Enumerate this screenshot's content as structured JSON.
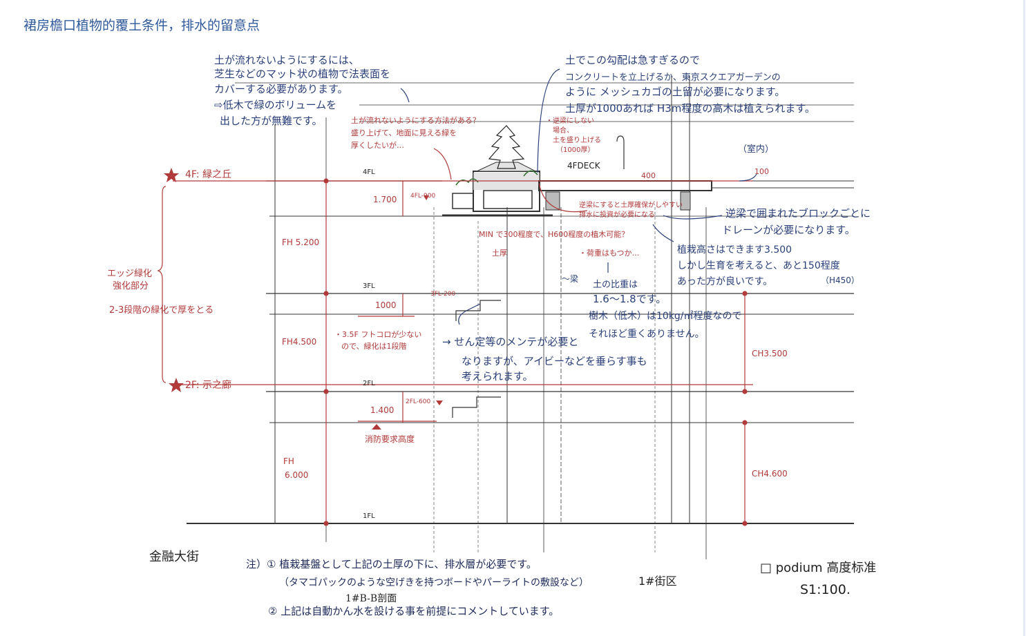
{
  "page": {
    "title": "裙房檐口植物的覆土条件，排水的留意点"
  },
  "notes": {
    "top_left": [
      "土が流れないようにするには、",
      "芝生などのマット状の植物で法表面を",
      "カバーする必要があります。",
      "⇨低木で緑のボリュームを",
      "出した方が無難です。"
    ],
    "top_right": [
      "土でこの勾配は急すぎるので",
      "コンクリートを立上げるか、東京スクエアガーデンの",
      "ように メッシュカゴの土留が必要になります。",
      "土厚が1000あれば H3m程度の高木は植えられます。"
    ],
    "red_question": [
      "土が流れないようにする方法がある？",
      "盛り上げて、地面に見える緑を",
      "厚くしたいが…"
    ],
    "red_beam": [
      "・逆梁にしない",
      "場合、",
      "土を盛り上げる",
      "（1000厚）"
    ],
    "room": "（室内）",
    "beam_note": [
      "逆梁にすると土厚確保がしやすい",
      "排水に投資が必要になる"
    ],
    "drain": [
      "逆梁で囲まれたブロックごとに",
      "ドレーンが必要になります。"
    ],
    "plant_h": [
      "植栽高さはできます3.500",
      "しかし生育を考えると、あと150程度",
      "あった方が良いです。"
    ],
    "h450": "（H450）",
    "min300": "MIN で300程度で、H600程度の植木可能？",
    "load_q": "・荷重はもつか…",
    "soil_weight": [
      "土の比重は",
      "1.6～1.8です。"
    ],
    "tree_weight": [
      "樹木（低木）は10kg/㎡程度なので",
      "それほど重くありません。"
    ],
    "eng_3f": [
      "・3.5F フトコロが少ない",
      "ので、緑化は1段階"
    ],
    "maint": [
      "→ せん定等のメンテが必要と",
      "なりますが、アイビーなどを垂らす事も",
      "考えられます。"
    ],
    "fire": "消防要求高度",
    "edge": [
      "エッジ緑化",
      "強化部分"
    ],
    "level_2_3": "2-3段階の緑化で厚をとる",
    "soil_layer": "土厚",
    "deck": "4FDECK",
    "flows": {
      "fl4": "4FL",
      "fl3": "3FL",
      "fl2": "2FL",
      "fl1": "1FL"
    },
    "red_fl": {
      "fl4": "4FL-900",
      "fl3": "3FL-200",
      "fl2": "2FL-600"
    },
    "dims": {
      "h1700": "1.700",
      "h1000": "1000",
      "h1400": "1.400",
      "d400": "400",
      "d100": "100",
      "fh5200": "FH 5.200",
      "fh4500": "FH4.500",
      "fh6000a": "FH",
      "fh6000b": "6.000",
      "ch3500": "CH3.500",
      "ch4600": "CH4.600",
      "beam": "～梁"
    },
    "floors": {
      "f4": "4F: 緑之丘",
      "f2": "2F: 示之廊"
    }
  },
  "footer": {
    "street": "金融大街",
    "note1": "注）① 植栽基盤として上記の土厚の下に、排水層が必要です。",
    "note1b": "（タマゴパックのような空げきを持つボードやパーライトの敷設など）",
    "block": "1#街区",
    "section": "1#B-B剖面",
    "note2": "② 上記は自動かん水を設ける事を前提にコメントしています。",
    "podium": "□ podium 高度标准",
    "scale": "S1:100."
  },
  "colors": {
    "title": "#2f5a9c",
    "blue_ink": "#2a3f7a",
    "red_ink": "#b13a3a",
    "line": "#333333"
  }
}
